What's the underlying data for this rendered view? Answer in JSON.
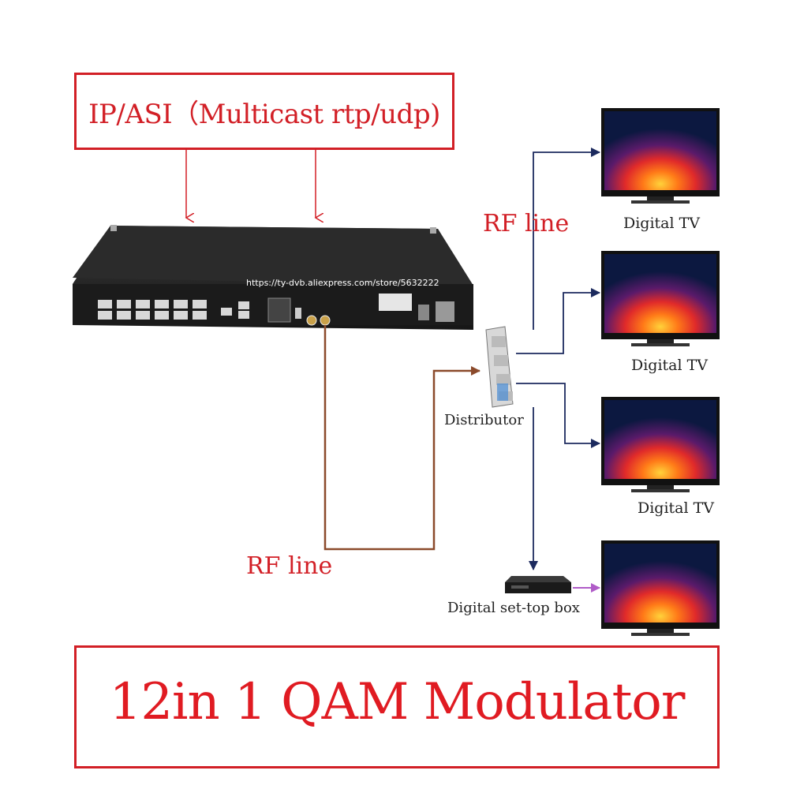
{
  "input": {
    "title": "IP/ASI（Multicast rtp/udp)"
  },
  "modulator": {
    "url": "https://ty-dvb.aliexpress.com/store/5632222"
  },
  "rf_line_top": "RF line",
  "rf_line_bottom": "RF line",
  "distributor": {
    "label": "Distributor"
  },
  "tvs": [
    {
      "label": "Digital TV"
    },
    {
      "label": "Digital TV"
    },
    {
      "label": "Digital TV"
    }
  ],
  "set_top_box": {
    "label": "Digital set-top box"
  },
  "product_title": "12in 1 QAM Modulator",
  "colors": {
    "red": "#d21f26",
    "navy": "#1c2a5e",
    "brown": "#8b4a2b",
    "violet": "#b05cc8"
  }
}
